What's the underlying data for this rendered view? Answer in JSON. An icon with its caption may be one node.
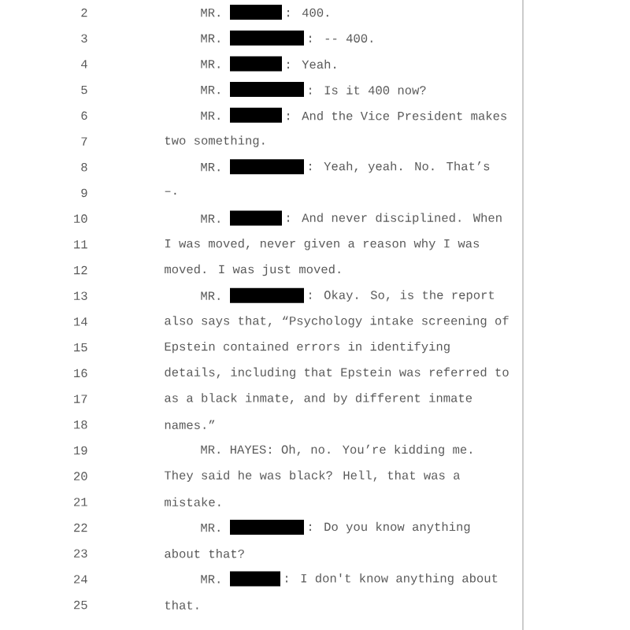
{
  "diagram": {
    "labels": [
      "2",
      "MR.",
      ":  400.",
      "3",
      "MR.",
      ":  -- 400.",
      "4",
      "MR.",
      ":  Yeah.",
      "5",
      "MR.",
      ":  Is it 400 now?",
      "6",
      "MR.",
      ":  And the Vice President makes",
      "7",
      "two something.",
      "8",
      "MR.",
      ":  Yeah, yeah.  No.  That’s",
      "9",
      "–.",
      "10",
      "MR.",
      ":  And never disciplined.  When",
      "11",
      "I was moved, never given a reason why I was",
      "12",
      "moved.  I was just moved.",
      "13",
      "MR.",
      ":  Okay.  So, is the report",
      "14",
      "also says that, “Psychology intake screening of",
      "15",
      "Epstein contained errors in identifying",
      "16",
      "details, including that Epstein was referred to",
      "17",
      "as a black inmate, and by different inmate",
      "18",
      "names.”",
      "19",
      "MR. HAYES:  Oh, no.  You’re kidding me.",
      "20",
      "They said he was black?  Hell, that was a",
      "21",
      "mistake.",
      "22",
      "MR.",
      ":  Do you know anything",
      "23",
      "about that?",
      "24",
      "MR.",
      ":  I don't know anything about",
      "25",
      "that."
    ]
  }
}
